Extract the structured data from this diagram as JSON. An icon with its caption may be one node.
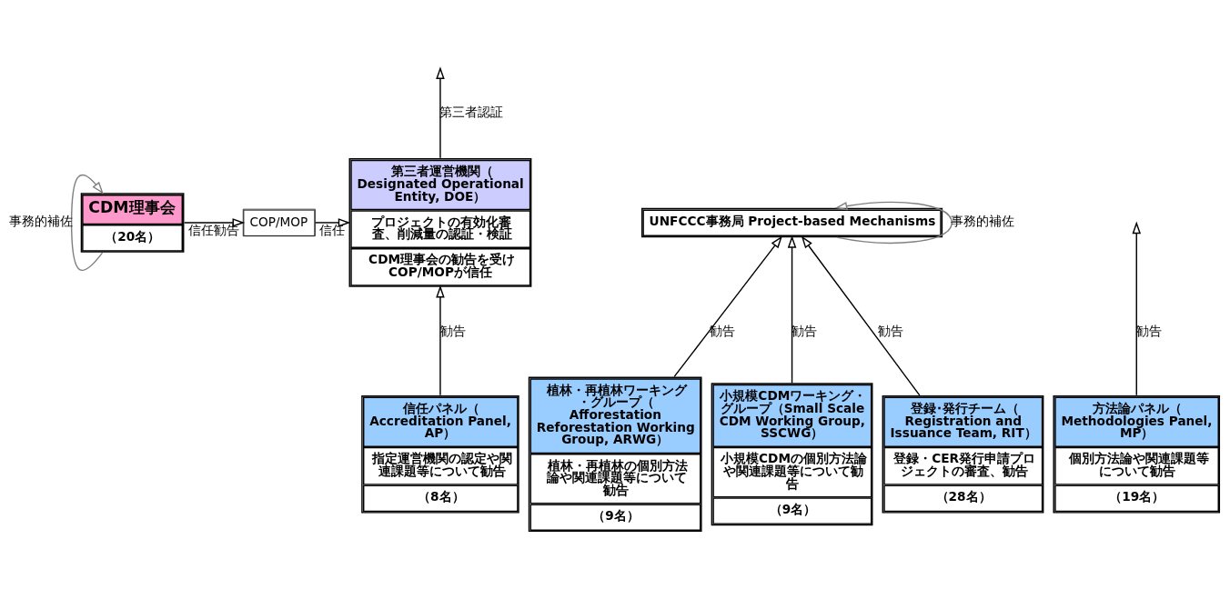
{
  "diagram": {
    "nodes": [
      {
        "text": [
          "第三者運営機関（Designated Operational Entity, DOE）",
          "プロジェクトの有効化審査、削減量の認証・検証",
          "CDM理事会の勧告を受けCOP/MOPが信任"
        ]
      },
      {
        "text": [
          "COP/MOP"
        ]
      },
      {
        "text": [
          "CDM理事会",
          "（20名）"
        ]
      },
      {
        "text": [
          "UNFCCC事務局 Project-based Mechanisms"
        ]
      },
      {
        "text": [
          "信任パネル（Accreditation Panel, AP）",
          "指定運営機関の認定や関連課題等について勧告",
          "（8名）"
        ]
      },
      {
        "text": [
          "方法論パネル（Methodologies Panel, MP）",
          "個別方法論や関連課題等について勧告",
          "（19名）"
        ]
      },
      {
        "text": [
          "植林・再植林ワーキング・グループ（Afforestation Reforestation Working Group, ARWG）",
          "植林・再植林の個別方法論や関連課題等について勧告",
          "（9名）"
        ]
      },
      {
        "text": [
          "小規模CDMワーキング・グループ（Small Scale CDM Working Group, SSCWG）",
          "小規模CDMの個別方法論や関連課題等について勧告",
          "（9名）"
        ]
      },
      {
        "text": [
          "登録･発行チーム（Registration and Issuance Team, RIT）",
          "登録・CER発行申請プロジェクトの審査、勧告",
          "（28名）"
        ]
      }
    ],
    "edges": [
      {
        "from": 2,
        "to": 1,
        "arrow": "to",
        "label": "信任勧告"
      },
      {
        "from": 1,
        "to": 0,
        "arrow": "to",
        "label": "信任"
      },
      {
        "from": 0,
        "to": null,
        "arrow": "to",
        "label": "第三者認証"
      },
      {
        "from": 2,
        "to": 2,
        "arrow": "to",
        "label": "事務的補佐",
        "color": "#808080"
      },
      {
        "from": 3,
        "to": 3,
        "arrow": "to",
        "label": "事務的補佐",
        "color": "#808080"
      },
      {
        "from": 4,
        "to": 0,
        "arrow": "to",
        "label": "勧告"
      },
      {
        "from": 5,
        "to": null,
        "arrow": "to",
        "label": "勧告"
      },
      {
        "from": 6,
        "to": 3,
        "arrow": "to",
        "label": "勧告"
      },
      {
        "from": 7,
        "to": 3,
        "arrow": "to",
        "label": "勧告"
      },
      {
        "from": 8,
        "to": 3,
        "arrow": "to",
        "label": "勧告"
      }
    ]
  }
}
